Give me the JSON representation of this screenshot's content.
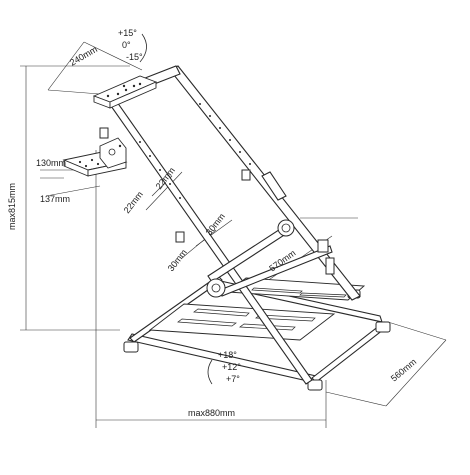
{
  "dimensions": {
    "wheel_plate_width": "240mm",
    "pedal_plate_height": "130mm",
    "pedal_plate_width": "137mm",
    "max_height": "max815mm",
    "tube_a": "22mm",
    "tube_b": "22mm",
    "tube_c": "30mm",
    "tube_d": "30mm",
    "cross_length": "570mm",
    "base_depth": "560mm",
    "max_length": "max880mm"
  },
  "angles": {
    "wheel_tilt": [
      "+15°",
      "0°",
      "-15°"
    ],
    "stand_tilt": [
      "+18°",
      "+12°",
      "+7°"
    ]
  }
}
